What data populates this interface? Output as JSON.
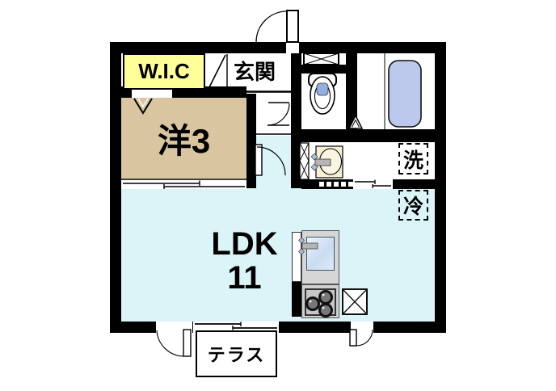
{
  "floorplan": {
    "type": "apartment-floor-plan",
    "rooms": {
      "wic": {
        "label": "W.I.C"
      },
      "entrance": {
        "label": "玄関"
      },
      "western_room": {
        "label": "洋3"
      },
      "ldk": {
        "label_line1": "LDK",
        "label_line2": "11"
      },
      "terrace": {
        "label": "テラス"
      },
      "washer_space": {
        "label": "洗"
      },
      "fridge_space": {
        "label": "冷"
      }
    },
    "fixtures": [
      "entrance-door",
      "toilet",
      "toilet-shelf",
      "bathtub",
      "bath-folding-door",
      "washbasin",
      "washroom-folding-door",
      "washroom-sliding-door",
      "kitchen-sink",
      "gas-stove",
      "range-box",
      "fridge-space",
      "washer-space",
      "western-room-sliding-door",
      "terrace-window",
      "terrace-door",
      "kitchen-back-door",
      "wic-entry-arrow",
      "closet-door",
      "hall-door",
      "ldk-door"
    ],
    "colors": {
      "wall": "#000000",
      "wic_label_bg": "#FFFF99",
      "western_room_floor": "#D9C6A0",
      "ldk_floor": "#DAF4F8",
      "bathtub_fill": "#BCC9EC",
      "toilet_lid": "#92AFE0",
      "sink_fill": "#C9DCF0",
      "kitchen_unit": "#D6D6D6",
      "stove_panel": "#C6C6C6",
      "washbasin_fill": "#F5EFD5"
    }
  }
}
